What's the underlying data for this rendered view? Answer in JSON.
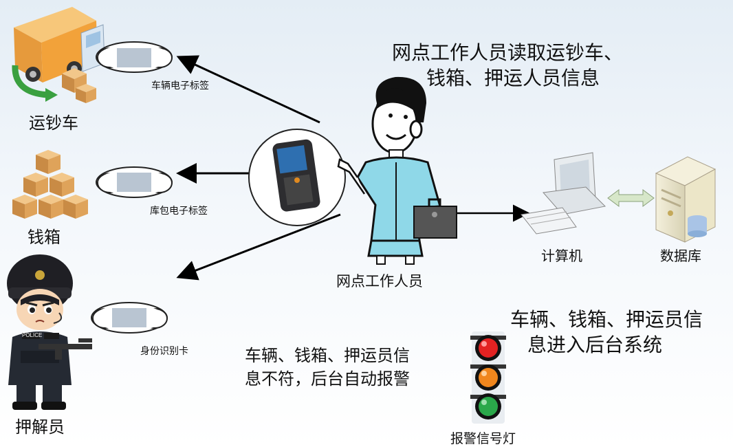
{
  "title": {
    "line1": "网点工作人员读取运钞车、",
    "line2": "钱箱、押运人员信息"
  },
  "entities": {
    "truck": {
      "label": "运钞车",
      "tag_label": "车辆电子标签"
    },
    "cashbox": {
      "label": "钱箱",
      "tag_label": "库包电子标签"
    },
    "guard": {
      "label": "押解员",
      "tag_label": "身份识别卡",
      "badge": "POLICE"
    }
  },
  "worker": {
    "label": "网点工作人员"
  },
  "computer": {
    "label": "计算机"
  },
  "database": {
    "label": "数据库"
  },
  "notes": {
    "success_line1": "车辆、钱箱、押运员信",
    "success_line2": "息进入后台系统",
    "alarm_line1": "车辆、钱箱、押运员信",
    "alarm_line2": "息不符，后台自动报警"
  },
  "signal": {
    "label": "报警信号灯"
  },
  "colors": {
    "shirt": "#8fd8e8",
    "light_red": "#e32222",
    "light_orange": "#f0861d",
    "light_green": "#2aa84a",
    "box": "#d9a15c",
    "truck_cargo": "#f2a23a"
  }
}
